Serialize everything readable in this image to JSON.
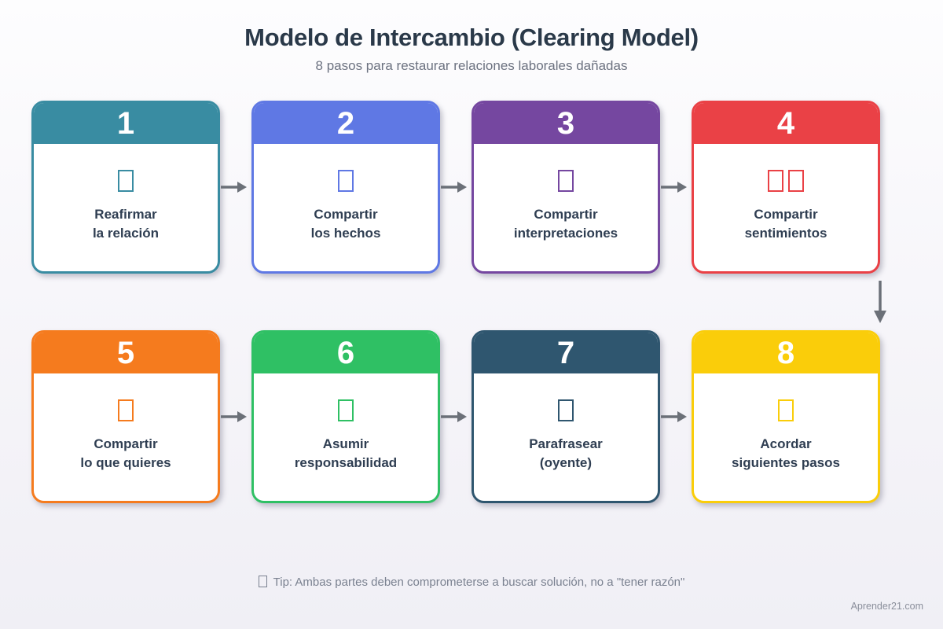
{
  "header": {
    "title": "Modelo de Intercambio (Clearing Model)",
    "subtitle": "8 pasos para restaurar relaciones laborales dañadas"
  },
  "steps": [
    {
      "number": "1",
      "label_line1": "Reafirmar",
      "label_line2": "la relación",
      "color": "#398ca2",
      "icon": "missing-glyph-box",
      "icon_boxes": 1
    },
    {
      "number": "2",
      "label_line1": "Compartir",
      "label_line2": "los hechos",
      "color": "#5f78e4",
      "icon": "missing-glyph-box",
      "icon_boxes": 1
    },
    {
      "number": "3",
      "label_line1": "Compartir",
      "label_line2": "interpretaciones",
      "color": "#7547a0",
      "icon": "missing-glyph-box",
      "icon_boxes": 1
    },
    {
      "number": "4",
      "label_line1": "Compartir",
      "label_line2": "sentimientos",
      "color": "#ea4146",
      "icon": "missing-glyph-box",
      "icon_boxes": 2
    },
    {
      "number": "5",
      "label_line1": "Compartir",
      "label_line2": "lo que quieres",
      "color": "#f57b1e",
      "icon": "missing-glyph-box",
      "icon_boxes": 1
    },
    {
      "number": "6",
      "label_line1": "Asumir",
      "label_line2": "responsabilidad",
      "color": "#2fc064",
      "icon": "missing-glyph-box",
      "icon_boxes": 1
    },
    {
      "number": "7",
      "label_line1": "Parafrasear",
      "label_line2": "(oyente)",
      "color": "#2f566f",
      "icon": "missing-glyph-box",
      "icon_boxes": 1
    },
    {
      "number": "8",
      "label_line1": "Acordar",
      "label_line2": "siguientes pasos",
      "color": "#facd0a",
      "icon": "missing-glyph-box",
      "icon_boxes": 1
    }
  ],
  "tip": {
    "icon": "missing-glyph-box",
    "text": "Tip: Ambas partes deben comprometerse a buscar solución, no a \"tener razón\""
  },
  "footer": {
    "credit": "Aprender21.com"
  },
  "colors": {
    "arrow": "#6b7078"
  }
}
